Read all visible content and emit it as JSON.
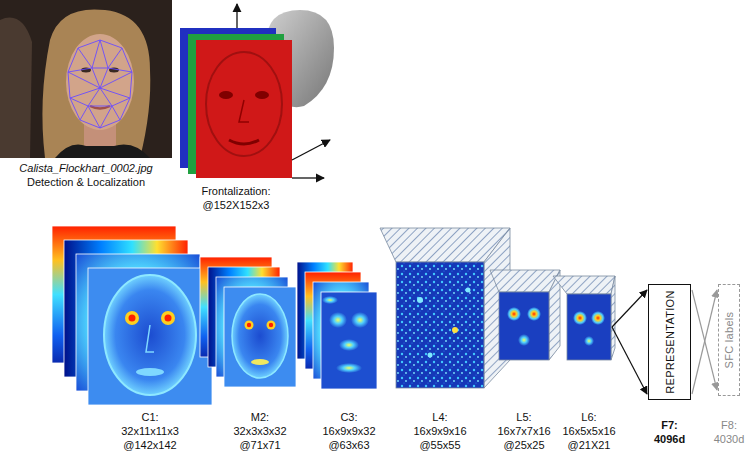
{
  "diagram": {
    "nodes": [
      {
        "text": [
          "C1: 32x11x11x3 @142x142"
        ]
      },
      {
        "text": [
          "M2: 32x3x3x32 @71x71"
        ]
      },
      {
        "text": [
          "C3: 16x9x9x32 @63x63"
        ]
      },
      {
        "text": [
          "L4: 16x9x9x16 @55x55"
        ]
      },
      {
        "text": [
          "L5: 16x7x7x16 @25x25"
        ]
      },
      {
        "text": [
          "L6: 16x5x5x16 @21X21"
        ]
      },
      {
        "text": [
          "REPRESENTATION",
          "F7: 4096d"
        ]
      },
      {
        "text": [
          "SFC labels",
          "F8: 4030d"
        ]
      }
    ],
    "edges": [
      {
        "from": 5,
        "to": 6,
        "arrow": "to"
      },
      {
        "from": 6,
        "to": 7,
        "arrow": "to"
      }
    ],
    "labels": [
      "Calista_Flockhart_0002.jpg",
      "Detection & Localization",
      "Frontalization: @152X152x3"
    ]
  }
}
